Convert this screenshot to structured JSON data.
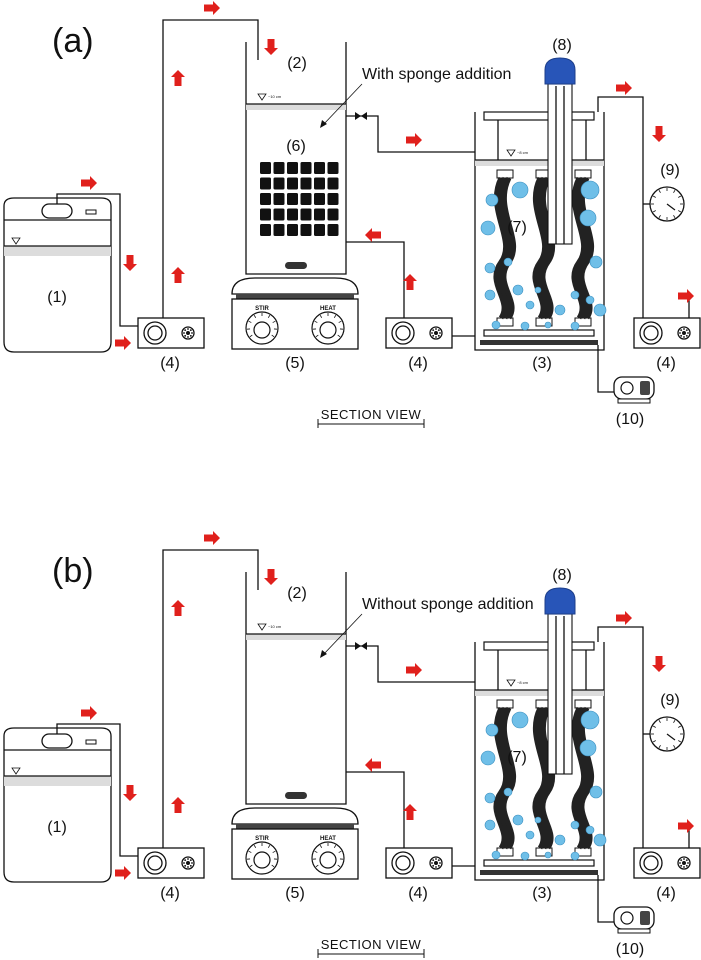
{
  "colors": {
    "arrow": "#e0201c",
    "line": "#111111",
    "water": "#dcdcdc",
    "bubble": "#6fbfe8",
    "lamp": "#2855b8"
  },
  "icons": [
    "red-arrow-icon",
    "pump-icon",
    "pressure-gauge-icon",
    "air-pump-icon",
    "uv-lamp-icon",
    "stir-dial-icon",
    "heat-dial-icon"
  ],
  "panels": [
    {
      "letter": "(a)",
      "callout": "With sponge addition",
      "has_sponges": true,
      "labels": {
        "tank": "(1)",
        "reactor": "(2)",
        "membrane_tank": "(3)",
        "pump_left": "(4)",
        "pump_mid": "(4)",
        "pump_right": "(4)",
        "hotplate": "(5)",
        "sponge": "(6)",
        "membrane": "(7)",
        "lamp": "(8)",
        "gauge": "(9)",
        "air_pump": "(10)"
      },
      "level_marks": {
        "reactor": "~10 cm",
        "membrane": "~8 cm"
      },
      "dials": {
        "stir": "STIR",
        "heat": "HEAT"
      },
      "section_view": "SECTION VIEW"
    },
    {
      "letter": "(b)",
      "callout": "Without sponge addition",
      "has_sponges": false,
      "labels": {
        "tank": "(1)",
        "reactor": "(2)",
        "membrane_tank": "(3)",
        "pump_left": "(4)",
        "pump_mid": "(4)",
        "pump_right": "(4)",
        "hotplate": "(5)",
        "sponge": "",
        "membrane": "(7)",
        "lamp": "(8)",
        "gauge": "(9)",
        "air_pump": "(10)"
      },
      "level_marks": {
        "reactor": "~10 cm",
        "membrane": "~8 cm"
      },
      "dials": {
        "stir": "STIR",
        "heat": "HEAT"
      },
      "section_view": "SECTION VIEW"
    }
  ]
}
